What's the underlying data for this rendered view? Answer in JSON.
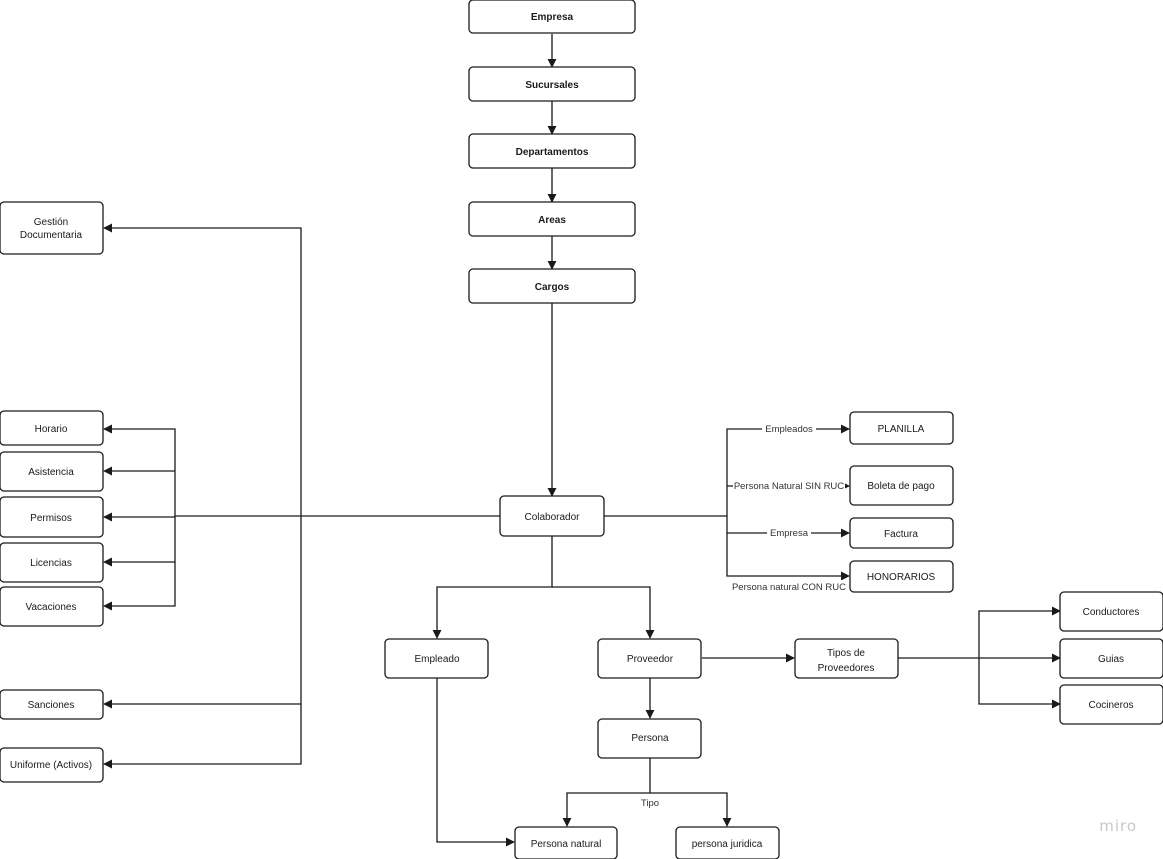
{
  "nodes": {
    "empresa": "Empresa",
    "sucursales": "Sucursales",
    "departamentos": "Departamentos",
    "areas": "Areas",
    "cargos": "Cargos",
    "colaborador": "Colaborador",
    "gestion_documentaria": "Gestión\nDocumentaria",
    "horario": "Horario",
    "asistencia": "Asistencia",
    "permisos": "Permisos",
    "licencias": "Licencias",
    "vacaciones": "Vacaciones",
    "sanciones": "Sanciones",
    "uniforme": "Uniforme (Activos)",
    "planilla": "PLANILLA",
    "boleta": "Boleta de pago",
    "factura": "Factura",
    "honorarios": "HONORARIOS",
    "empleado": "Empleado",
    "proveedor": "Proveedor",
    "tipos_proveedores": "Tipos de\nProveedores",
    "conductores": "Conductores",
    "guias": "Guias",
    "cocineros": "Cocineros",
    "persona": "Persona",
    "persona_natural": "Persona natural",
    "persona_juridica": "persona juridica"
  },
  "edge_labels": {
    "empleados": "Empleados",
    "persona_sin_ruc": "Persona Natural SIN RUC",
    "empresa": "Empresa",
    "persona_con_ruc": "Persona natural CON RUC",
    "tipo": "Tipo"
  },
  "watermark": "miro"
}
